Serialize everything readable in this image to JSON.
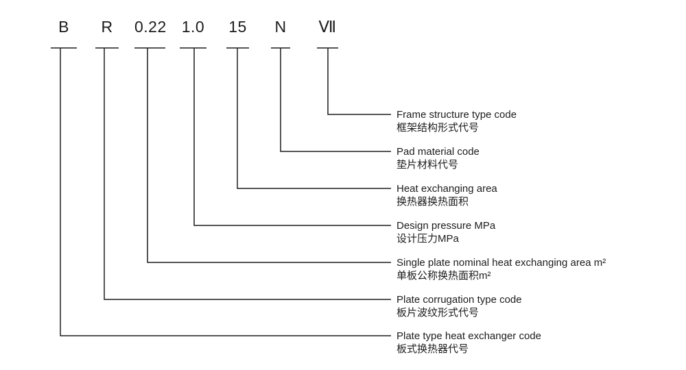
{
  "items": [
    {
      "code": "B",
      "en": "Plate type heat exchanger code",
      "zh": "板式换热器代号"
    },
    {
      "code": "R",
      "en": "Plate corrugation type code",
      "zh": "板片波纹形式代号"
    },
    {
      "code": "0.22",
      "en": "Single plate nominal heat exchanging area m²",
      "zh": "单板公称换热面积m²"
    },
    {
      "code": "1.0",
      "en": "Design pressure MPa",
      "zh": "设计压力MPa"
    },
    {
      "code": "15",
      "en": "Heat exchanging area",
      "zh": "换热器换热面积"
    },
    {
      "code": "N",
      "en": "Pad material code",
      "zh": "垫片材料代号"
    },
    {
      "code": "Ⅶ",
      "en": "Frame structure type code",
      "zh": "框架结构形式代号"
    }
  ],
  "colors": {
    "line": "#1c1c1c",
    "text": "#1c1c1c",
    "background": "#ffffff"
  }
}
